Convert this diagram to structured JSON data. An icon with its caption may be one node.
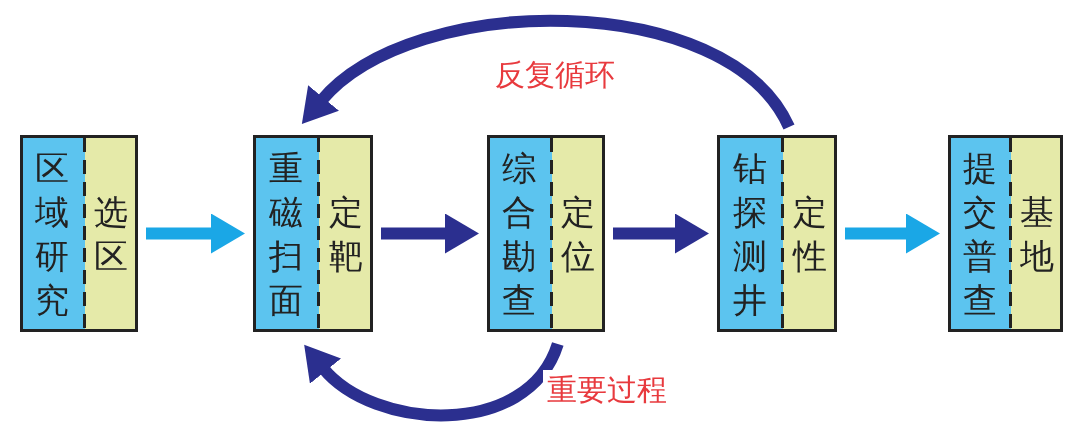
{
  "diagram": {
    "nodes": [
      {
        "text": [
          "区域研究",
          "选区"
        ]
      },
      {
        "text": [
          "重磁扫面",
          "定靶"
        ]
      },
      {
        "text": [
          "综合勘查",
          "定位"
        ]
      },
      {
        "text": [
          "钻探测井",
          "定性"
        ]
      },
      {
        "text": [
          "提交普查",
          "基地"
        ]
      }
    ],
    "edges": [
      {
        "from": 0,
        "to": 1,
        "arrow": "to",
        "color": "#1aa7e6"
      },
      {
        "from": 1,
        "to": 2,
        "arrow": "to"
      },
      {
        "from": 2,
        "to": 3,
        "arrow": "to"
      },
      {
        "from": 3,
        "to": 4,
        "arrow": "to",
        "color": "#1aa7e6"
      },
      {
        "from": 3,
        "to": 1,
        "arrow": "to",
        "label": "反复循环"
      },
      {
        "from": 2,
        "to": 1,
        "arrow": "to",
        "label": "重要过程"
      }
    ]
  }
}
